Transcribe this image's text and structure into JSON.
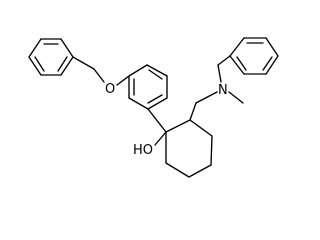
{
  "molecule": {
    "atoms": {
      "ether_oxygen": "O",
      "amine_nitrogen": "N",
      "hydroxyl": "HO"
    },
    "colors": {
      "bond": "#000000",
      "label": "#000000",
      "background": "#ffffff"
    }
  }
}
